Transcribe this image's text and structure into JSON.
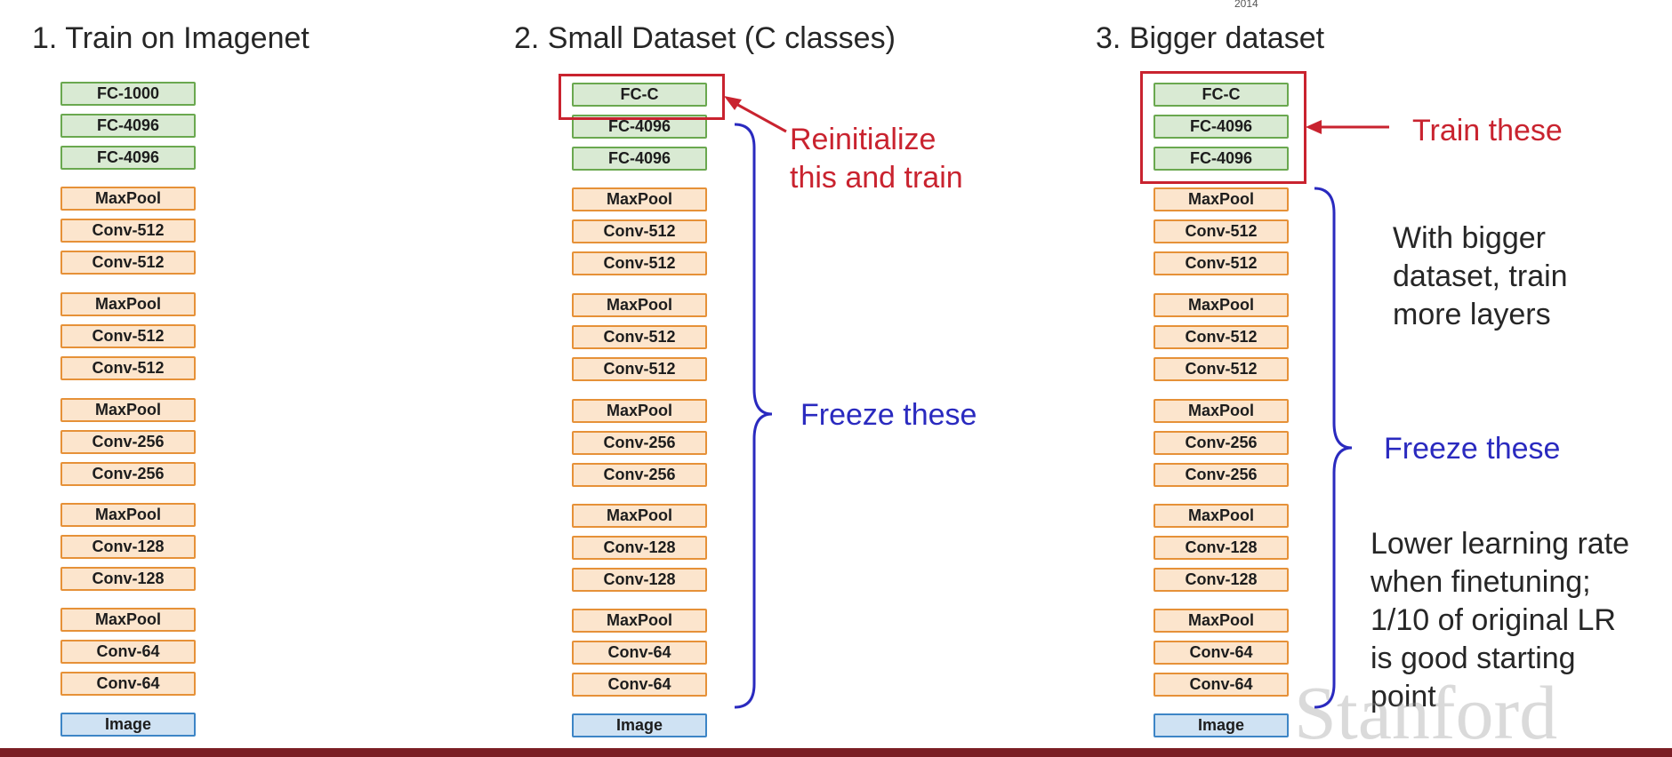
{
  "year_label": "2014",
  "watermark": "Stanford",
  "columns": [
    {
      "title": "1. Train on Imagenet",
      "layers": [
        {
          "label": "FC-1000",
          "kind": "fc"
        },
        {
          "label": "FC-4096",
          "kind": "fc"
        },
        {
          "label": "FC-4096",
          "kind": "fc"
        },
        {
          "label": "MaxPool",
          "kind": "conv"
        },
        {
          "label": "Conv-512",
          "kind": "conv"
        },
        {
          "label": "Conv-512",
          "kind": "conv"
        },
        {
          "label": "MaxPool",
          "kind": "conv"
        },
        {
          "label": "Conv-512",
          "kind": "conv"
        },
        {
          "label": "Conv-512",
          "kind": "conv"
        },
        {
          "label": "MaxPool",
          "kind": "conv"
        },
        {
          "label": "Conv-256",
          "kind": "conv"
        },
        {
          "label": "Conv-256",
          "kind": "conv"
        },
        {
          "label": "MaxPool",
          "kind": "conv"
        },
        {
          "label": "Conv-128",
          "kind": "conv"
        },
        {
          "label": "Conv-128",
          "kind": "conv"
        },
        {
          "label": "MaxPool",
          "kind": "conv"
        },
        {
          "label": "Conv-64",
          "kind": "conv"
        },
        {
          "label": "Conv-64",
          "kind": "conv"
        },
        {
          "label": "Image",
          "kind": "image"
        }
      ]
    },
    {
      "title": "2. Small Dataset (C classes)",
      "layers": [
        {
          "label": "FC-C",
          "kind": "fc"
        },
        {
          "label": "FC-4096",
          "kind": "fc"
        },
        {
          "label": "FC-4096",
          "kind": "fc"
        },
        {
          "label": "MaxPool",
          "kind": "conv"
        },
        {
          "label": "Conv-512",
          "kind": "conv"
        },
        {
          "label": "Conv-512",
          "kind": "conv"
        },
        {
          "label": "MaxPool",
          "kind": "conv"
        },
        {
          "label": "Conv-512",
          "kind": "conv"
        },
        {
          "label": "Conv-512",
          "kind": "conv"
        },
        {
          "label": "MaxPool",
          "kind": "conv"
        },
        {
          "label": "Conv-256",
          "kind": "conv"
        },
        {
          "label": "Conv-256",
          "kind": "conv"
        },
        {
          "label": "MaxPool",
          "kind": "conv"
        },
        {
          "label": "Conv-128",
          "kind": "conv"
        },
        {
          "label": "Conv-128",
          "kind": "conv"
        },
        {
          "label": "MaxPool",
          "kind": "conv"
        },
        {
          "label": "Conv-64",
          "kind": "conv"
        },
        {
          "label": "Conv-64",
          "kind": "conv"
        },
        {
          "label": "Image",
          "kind": "image"
        }
      ],
      "annotations": {
        "reinit_line1": "Reinitialize",
        "reinit_line2": "this and train",
        "freeze": "Freeze these"
      }
    },
    {
      "title": "3. Bigger dataset",
      "layers": [
        {
          "label": "FC-C",
          "kind": "fc"
        },
        {
          "label": "FC-4096",
          "kind": "fc"
        },
        {
          "label": "FC-4096",
          "kind": "fc"
        },
        {
          "label": "MaxPool",
          "kind": "conv"
        },
        {
          "label": "Conv-512",
          "kind": "conv"
        },
        {
          "label": "Conv-512",
          "kind": "conv"
        },
        {
          "label": "MaxPool",
          "kind": "conv"
        },
        {
          "label": "Conv-512",
          "kind": "conv"
        },
        {
          "label": "Conv-512",
          "kind": "conv"
        },
        {
          "label": "MaxPool",
          "kind": "conv"
        },
        {
          "label": "Conv-256",
          "kind": "conv"
        },
        {
          "label": "Conv-256",
          "kind": "conv"
        },
        {
          "label": "MaxPool",
          "kind": "conv"
        },
        {
          "label": "Conv-128",
          "kind": "conv"
        },
        {
          "label": "Conv-128",
          "kind": "conv"
        },
        {
          "label": "MaxPool",
          "kind": "conv"
        },
        {
          "label": "Conv-64",
          "kind": "conv"
        },
        {
          "label": "Conv-64",
          "kind": "conv"
        },
        {
          "label": "Image",
          "kind": "image"
        }
      ],
      "annotations": {
        "train": "Train these",
        "bigger_line1": "With bigger",
        "bigger_line2": "dataset, train",
        "bigger_line3": "more layers",
        "freeze": "Freeze these",
        "lr_line1": "Lower learning rate",
        "lr_line2": "when finetuning;",
        "lr_line3": "1/10 of original LR",
        "lr_line4": "is good starting",
        "lr_line5": "point"
      }
    }
  ],
  "colors": {
    "fc_fill": "#d9ead3",
    "conv_fill": "#fce5cd",
    "image_fill": "#cfe2f3",
    "highlight_red": "#c9232f",
    "freeze_blue": "#2a2abf"
  }
}
